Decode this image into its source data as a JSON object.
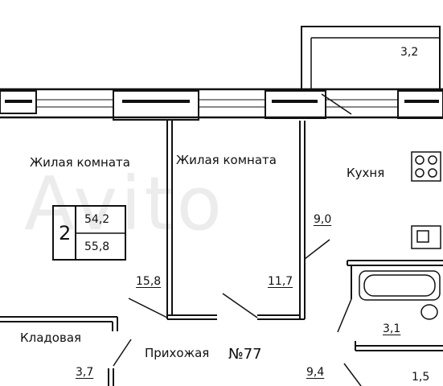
{
  "watermark": "Avito",
  "apartment": {
    "number": "№77",
    "rooms": "2",
    "area_total": "54,2",
    "area_full": "55,8"
  },
  "rooms": [
    {
      "name": "Жилая комната",
      "area": "15,8"
    },
    {
      "name": "Жилая комната",
      "area": "11,7"
    },
    {
      "name": "Кухня",
      "area": "9,0"
    },
    {
      "name": "Кладовая",
      "area": "3,7"
    },
    {
      "name": "Прихожая",
      "area": "9,4"
    }
  ],
  "extra_areas": {
    "balcony": "3,2",
    "bathroom": "3,1",
    "toilet": "1,5"
  },
  "colors": {
    "line": "#111111",
    "background": "#ffffff",
    "watermark": "#d6d6d6"
  }
}
